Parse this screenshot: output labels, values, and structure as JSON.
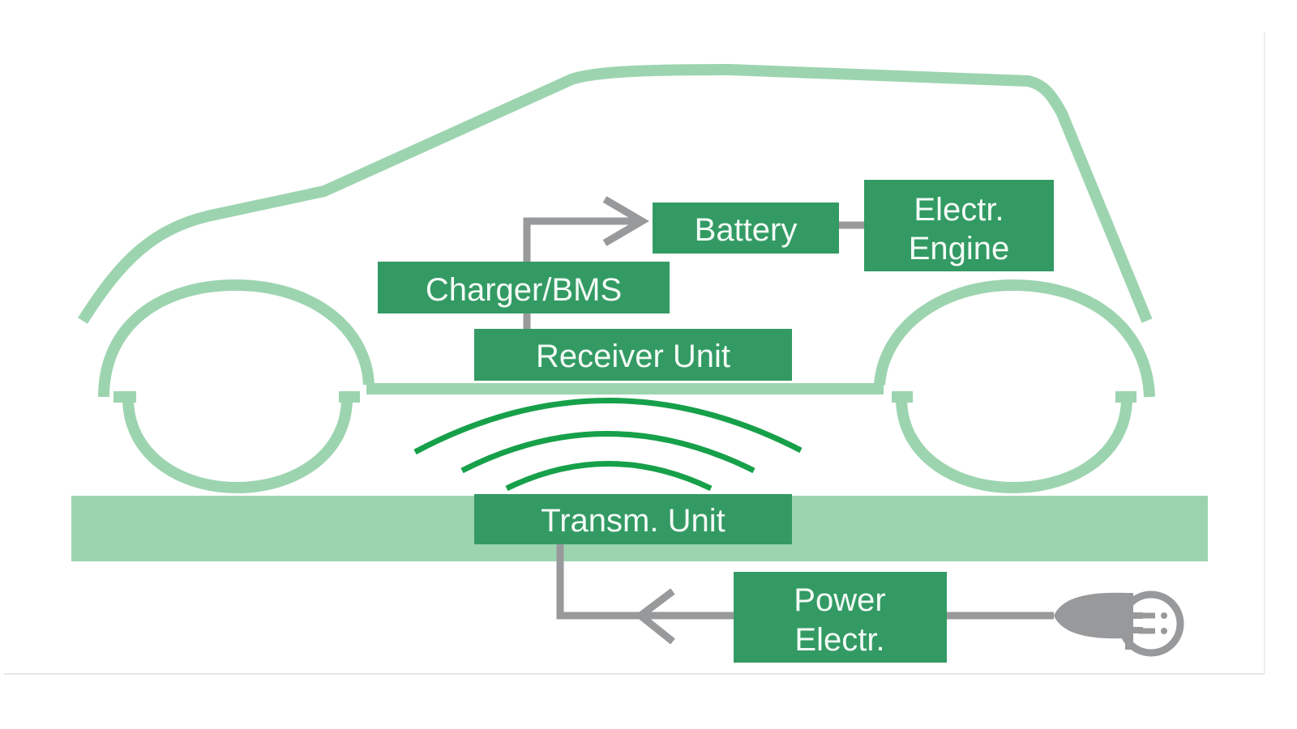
{
  "diagram": {
    "components": {
      "battery": "Battery",
      "engine_line1": "Electr.",
      "engine_line2": "Engine",
      "charger": "Charger/BMS",
      "receiver": "Receiver Unit",
      "transmitter": "Transm. Unit",
      "power_line1": "Power",
      "power_line2": "Electr."
    },
    "icons": {
      "plug": "power-plug-icon",
      "waves": "wireless-waves-icon"
    },
    "colors": {
      "box": "#339a64",
      "car_outline": "#9dd4b0",
      "ground": "#9dd4b0",
      "connector": "#98999b",
      "waves": "#17a04a"
    }
  }
}
